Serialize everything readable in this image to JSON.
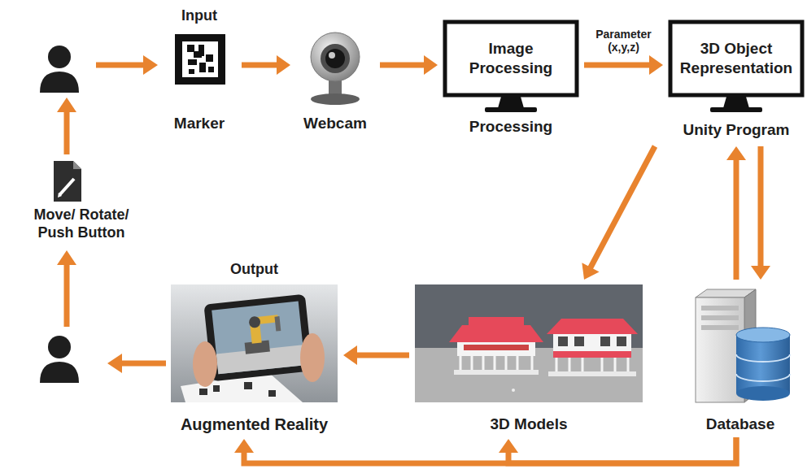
{
  "diagram": {
    "nodes": [
      {
        "text": [
          "Input",
          "Marker"
        ]
      },
      {
        "text": [
          "Webcam"
        ]
      },
      {
        "text": [
          "Image Processing",
          "Processing"
        ]
      },
      {
        "text": [
          "3D Object Representation",
          "Unity Program"
        ]
      },
      {
        "text": [
          "Move/ Rotate/ Push Button"
        ]
      },
      {
        "text": [
          "Output",
          "Augmented Reality"
        ]
      },
      {
        "text": [
          "3D Models"
        ]
      },
      {
        "text": [
          "Database"
        ]
      }
    ],
    "edges": [
      {
        "from": 0,
        "to": 1,
        "arrow": "to"
      },
      {
        "from": 1,
        "to": 2,
        "arrow": "to"
      },
      {
        "from": 2,
        "to": 3,
        "label": "Parameter (x,y,z)",
        "arrow": "to"
      },
      {
        "from": 3,
        "to": 6,
        "arrow": "to"
      },
      {
        "from": 3,
        "to": 7,
        "arrow": "both"
      },
      {
        "from": 6,
        "to": 5,
        "arrow": "to"
      },
      {
        "from": 7,
        "to": 5,
        "arrow": "to"
      },
      {
        "from": 7,
        "to": 6,
        "arrow": "to"
      }
    ]
  }
}
